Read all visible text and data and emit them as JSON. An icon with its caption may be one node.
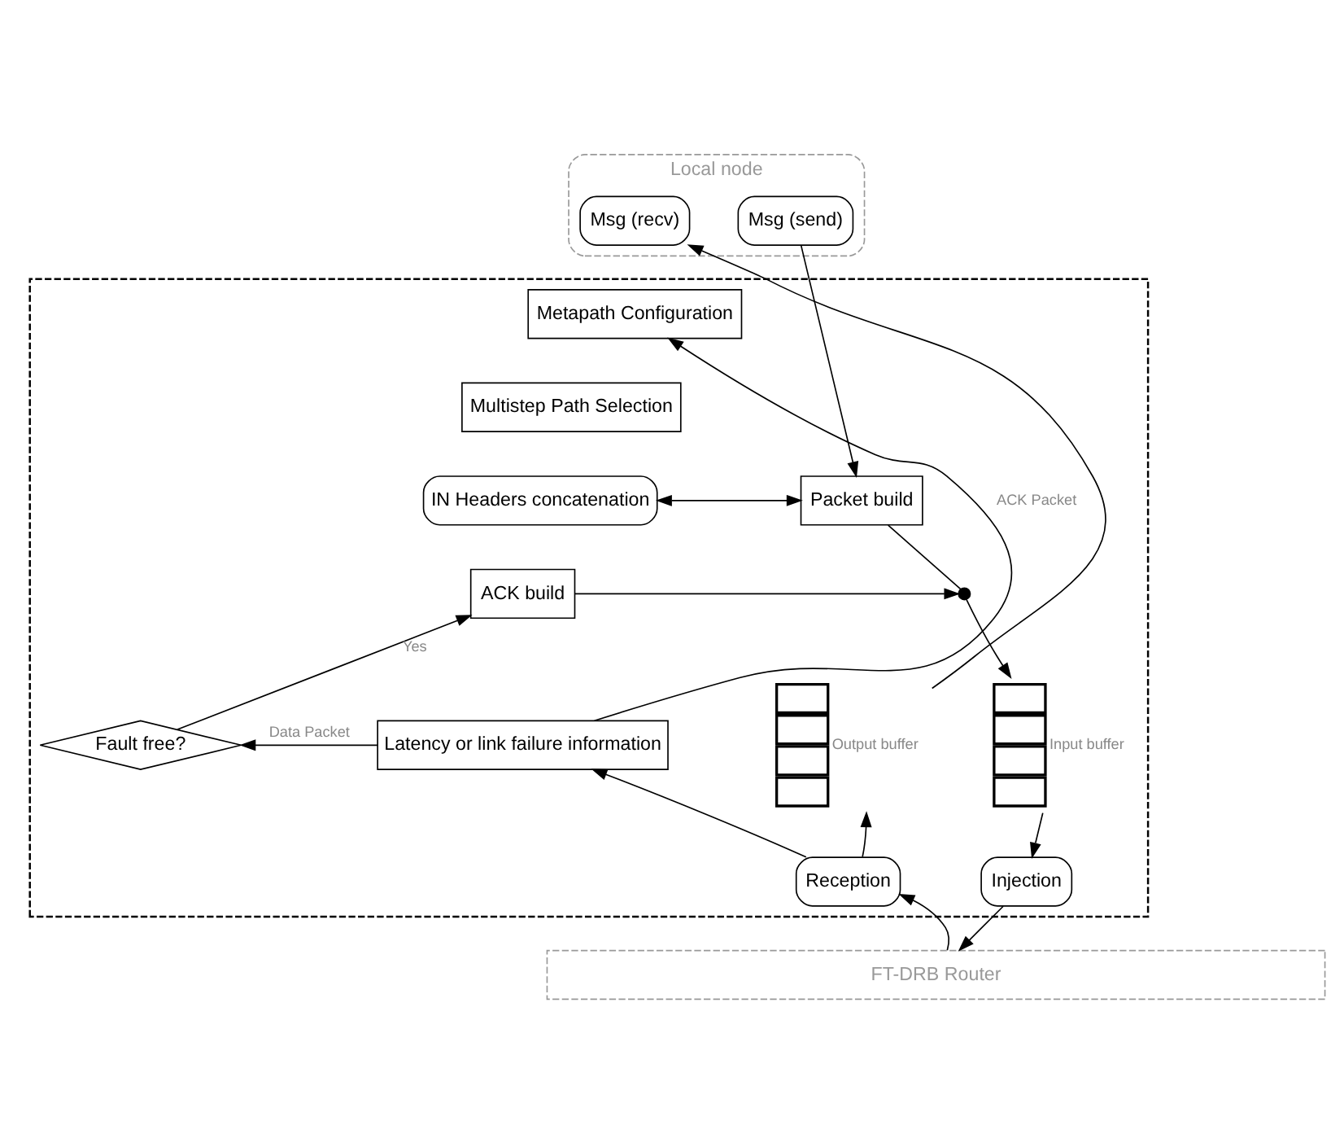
{
  "diagram": {
    "nodes": [
      {
        "text": [
          "Local node"
        ]
      },
      {
        "text": [
          "Msg (send)"
        ],
        "in": 0
      },
      {
        "text": [
          "Msg (recv)"
        ],
        "in": 0
      },
      {
        "text": [],
        "shape": "box"
      },
      {
        "text": [
          "Metapath Configuration"
        ],
        "in": 3
      },
      {
        "text": [
          "Multistep Path Selection"
        ],
        "in": 3
      },
      {
        "text": [
          "IN Headers concatenation"
        ],
        "in": 3
      },
      {
        "text": [
          "Packet build"
        ],
        "in": 3
      },
      {
        "text": [],
        "shape": "circle",
        "in": 3
      },
      {
        "text": [
          "ACK build"
        ],
        "in": 3
      },
      {
        "text": [
          "Fault free?"
        ],
        "in": 3
      },
      {
        "text": [
          "Latency or link failure information"
        ],
        "in": 3
      },
      {
        "text": [],
        "shape": "bar",
        "in": 3,
        "beside": [
          "Input buffer"
        ]
      },
      {
        "text": [],
        "shape": "bar",
        "in": 3,
        "beside": [
          "Output buffer"
        ]
      },
      {
        "text": [
          "Injection"
        ],
        "in": 3
      },
      {
        "text": [
          "Reception"
        ],
        "in": 3
      },
      {
        "text": [
          "FT-DRB Router"
        ]
      }
    ],
    "edges": [
      {
        "from": 1,
        "to": 7,
        "arrow": "to"
      },
      {
        "from": 7,
        "to": 6,
        "arrow": "both"
      },
      {
        "from": 7,
        "to": 8,
        "arrow": "none"
      },
      {
        "from": 9,
        "to": 8,
        "arrow": "to"
      },
      {
        "from": 8,
        "to": 12,
        "arrow": "to"
      },
      {
        "from": 10,
        "to": 9,
        "arrow": "to",
        "label": "Yes"
      },
      {
        "from": 11,
        "to": 10,
        "arrow": "to",
        "label": "Data Packet"
      },
      {
        "from": 11,
        "to": 4,
        "arrow": "to",
        "label": "ACK Packet"
      },
      {
        "from": 12,
        "to": 14,
        "arrow": "to"
      },
      {
        "from": 14,
        "to": 16,
        "arrow": "to"
      },
      {
        "from": 16,
        "to": 15,
        "arrow": "to"
      },
      {
        "from": 15,
        "to": 13,
        "arrow": "to"
      },
      {
        "from": 15,
        "to": 11,
        "arrow": "to"
      },
      {
        "from": 13,
        "to": 2,
        "arrow": "to"
      }
    ]
  }
}
